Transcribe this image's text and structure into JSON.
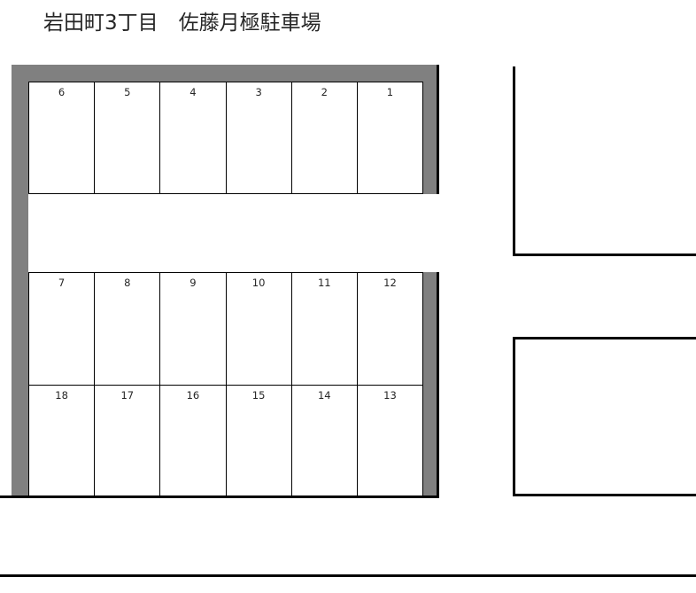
{
  "title": "岩田町3丁目　佐藤月極駐車場",
  "colors": {
    "curb-gray": "#808080",
    "line-black": "#000000",
    "background": "#ffffff",
    "text": "#262626"
  },
  "parking": {
    "rows": [
      {
        "id": "top",
        "spaces": [
          "6",
          "5",
          "4",
          "3",
          "2",
          "1"
        ]
      },
      {
        "id": "middle",
        "spaces": [
          "7",
          "8",
          "9",
          "10",
          "11",
          "12"
        ]
      },
      {
        "id": "bottom",
        "spaces": [
          "18",
          "17",
          "16",
          "15",
          "14",
          "13"
        ]
      }
    ]
  }
}
